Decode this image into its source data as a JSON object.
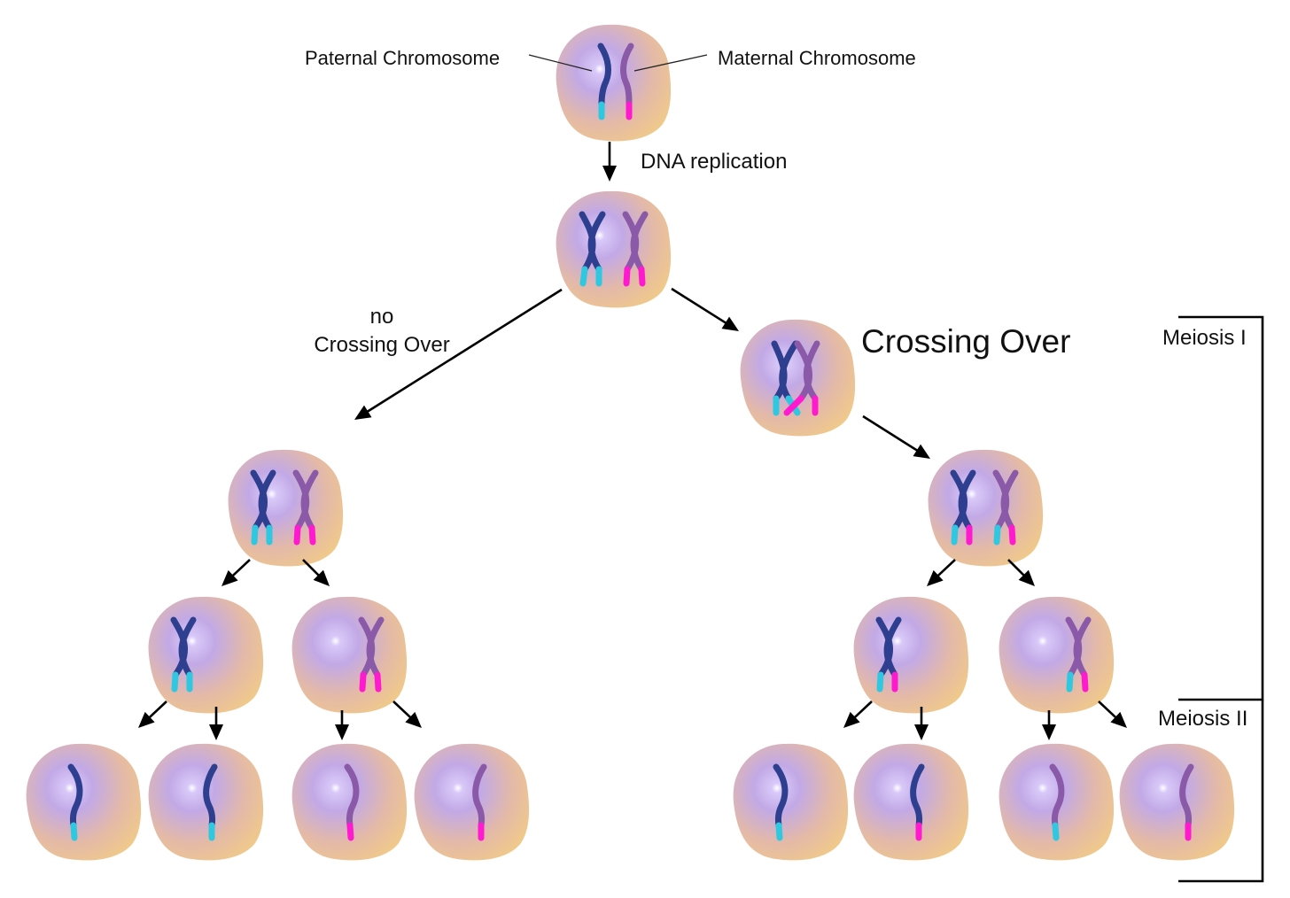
{
  "labels": {
    "paternal": "Paternal Chromosome",
    "maternal": "Maternal Chromosome",
    "dna_replication": "DNA replication",
    "no_line1": "no",
    "no_line2": "Crossing Over",
    "crossing_over": "Crossing Over",
    "meiosis1": "Meiosis I",
    "meiosis2": "Meiosis II"
  },
  "colors": {
    "cell_fill": "#f0c98a",
    "cell_center": "#b6a0e8",
    "paternal_body": "#2e3f8f",
    "paternal_tip": "#2ec8e0",
    "maternal_body": "#8a5aa8",
    "maternal_tip": "#ff1ad0"
  }
}
